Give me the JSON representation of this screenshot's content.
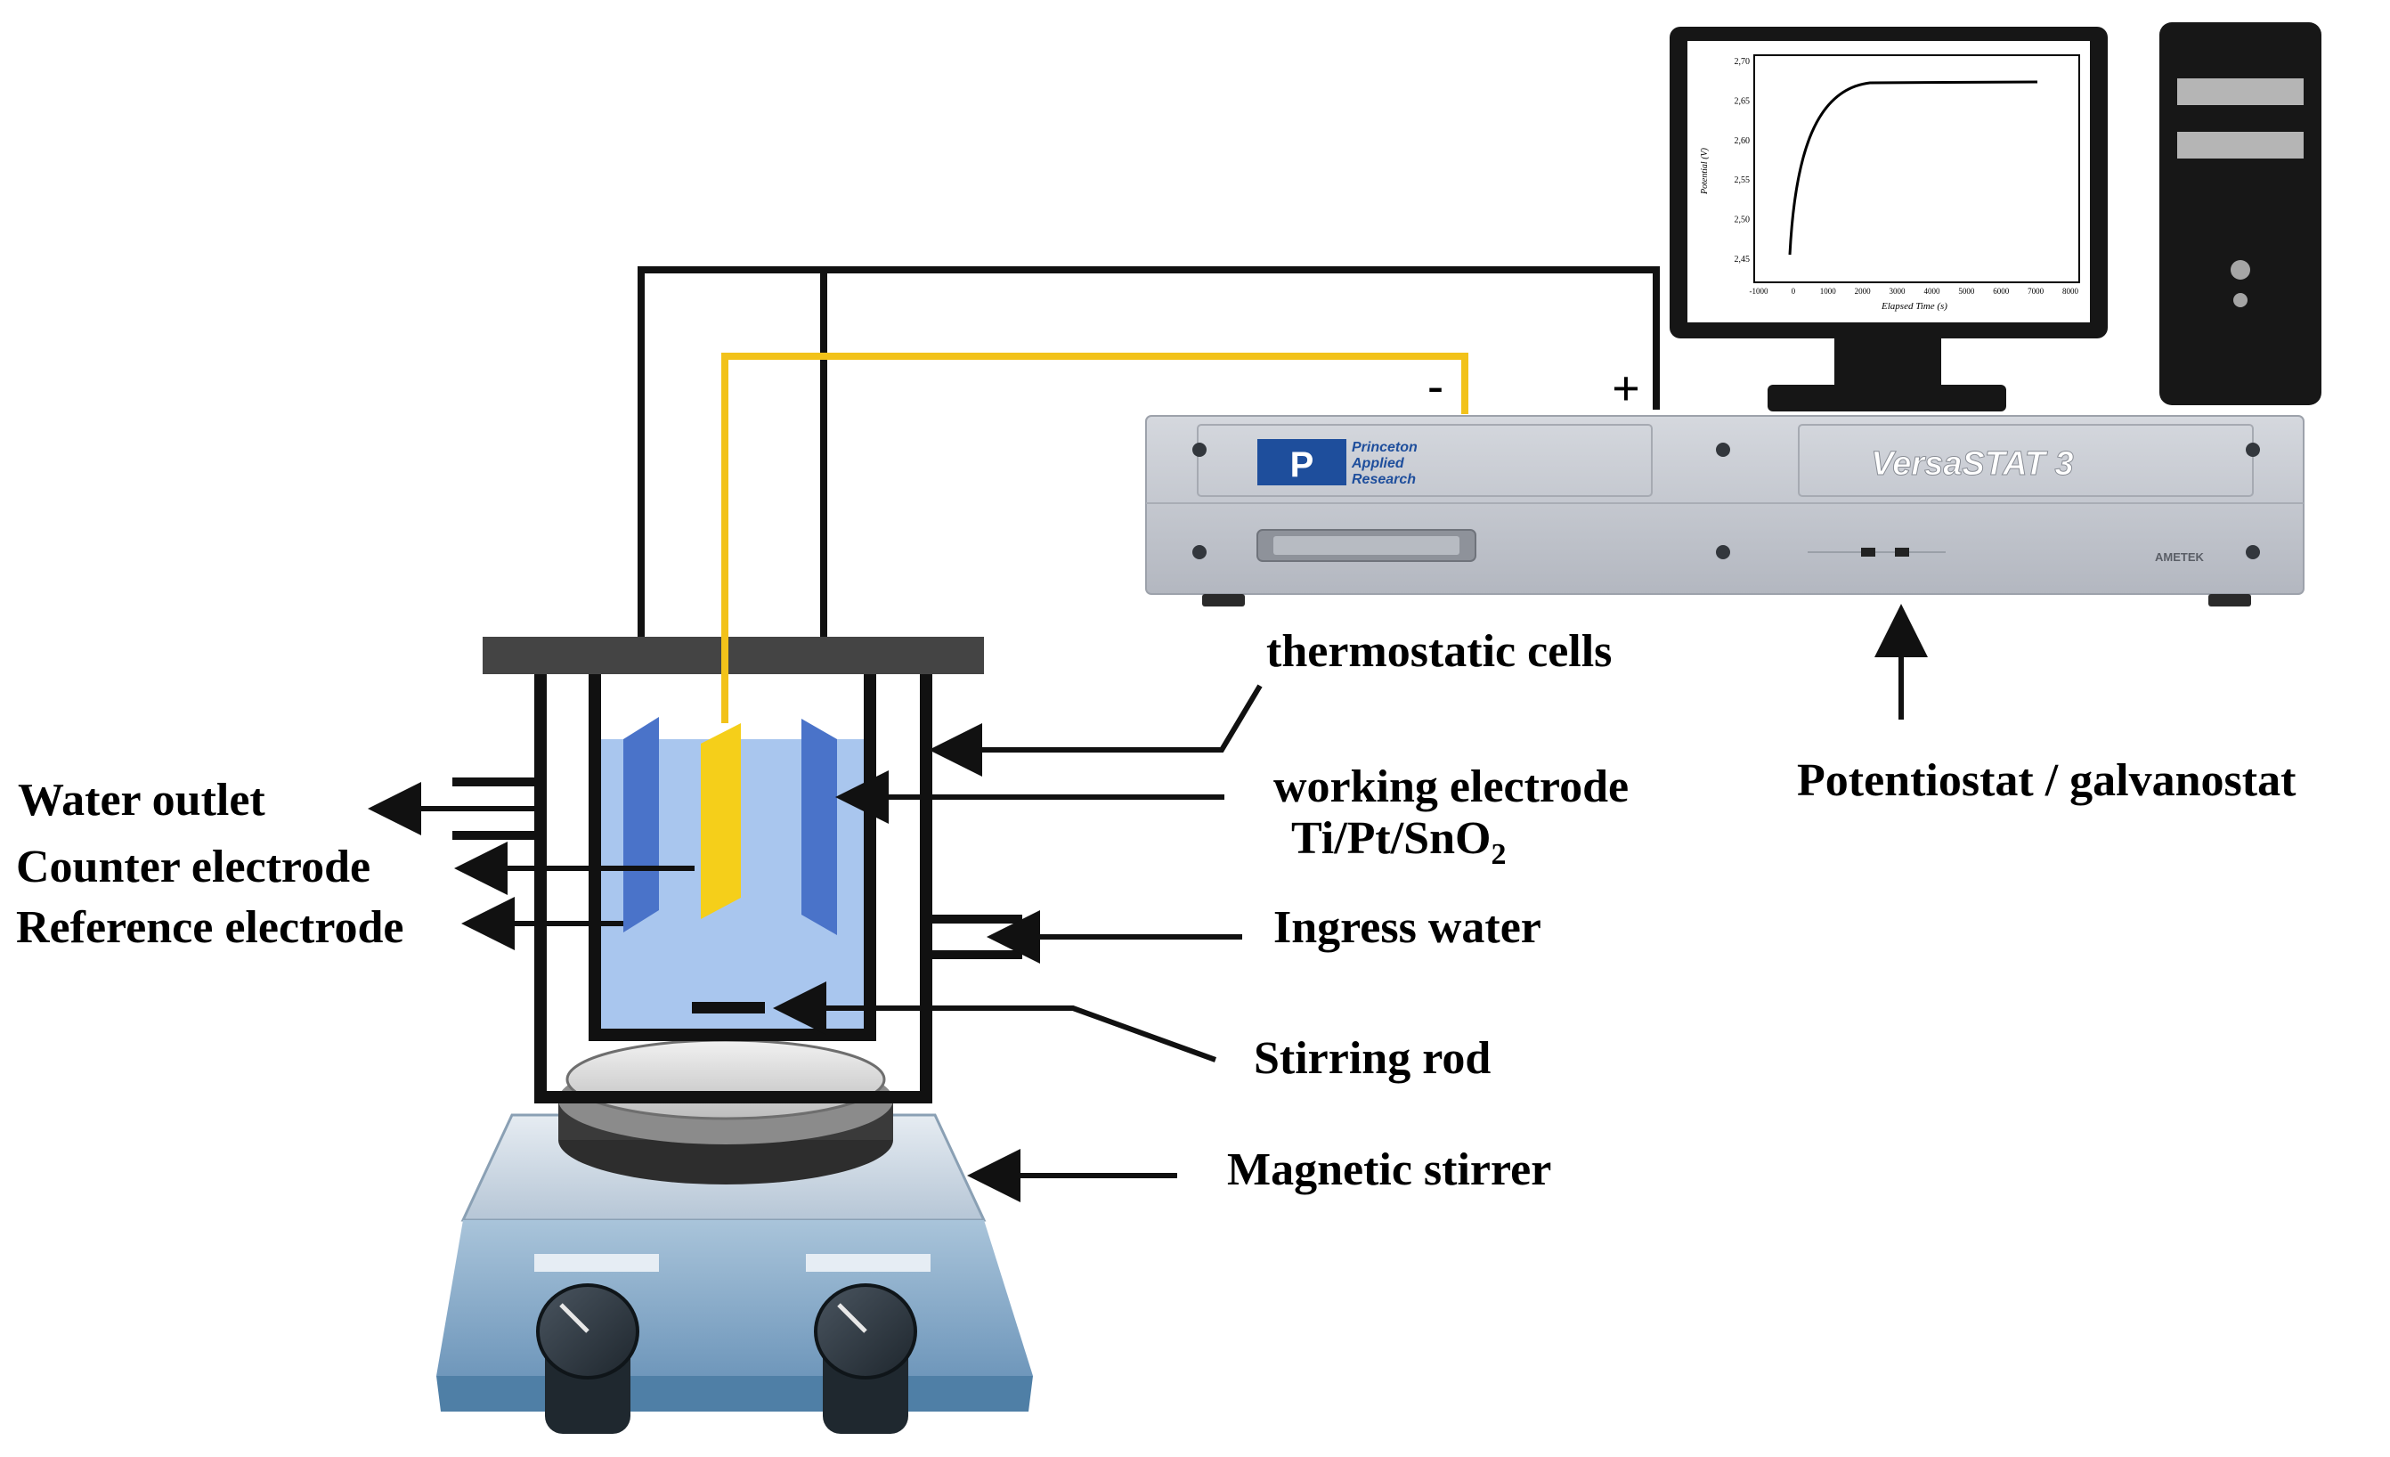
{
  "labels": {
    "thermostatic_cells": "thermostatic cells",
    "working_electrode": "working electrode",
    "working_electrode_material": "Ti/Pt/SnO",
    "working_electrode_subscript": "2",
    "potentiostat": "Potentiostat / galvanostat",
    "water_outlet": "Water outlet",
    "counter_electrode": "Counter electrode",
    "reference_electrode": "Reference electrode",
    "ingress_water": "Ingress water",
    "stirring_rod": "Stirring rod",
    "magnetic_stirrer": "Magnetic stirrer"
  },
  "device": {
    "brand_line1": "Princeton",
    "brand_line2": "Applied",
    "brand_line3": "Research",
    "model": "VersaSTAT 3",
    "maker": "AMETEK",
    "terminal_negative": "-",
    "terminal_positive": "+"
  },
  "monitor_chart": {
    "ylabel": "Potential (V)",
    "xlabel": "Elapsed Time (s)",
    "y_ticks": [
      "2,70",
      "2,65",
      "2,60",
      "2,55",
      "2,50",
      "2,45"
    ],
    "x_ticks": [
      "-1000",
      "0",
      "1000",
      "2000",
      "3000",
      "4000",
      "5000",
      "6000",
      "7000",
      "8000"
    ]
  },
  "colors": {
    "black_wire": "#111111",
    "yellow_wire": "#f2c21a",
    "electrolyte": "#a9c6ee",
    "electrode_blue": "#4a73c9",
    "working_electrode": "#f5cf1a",
    "potentiostat_body": "#c4c8d0",
    "stirrer_body": "#8fb3cf"
  }
}
